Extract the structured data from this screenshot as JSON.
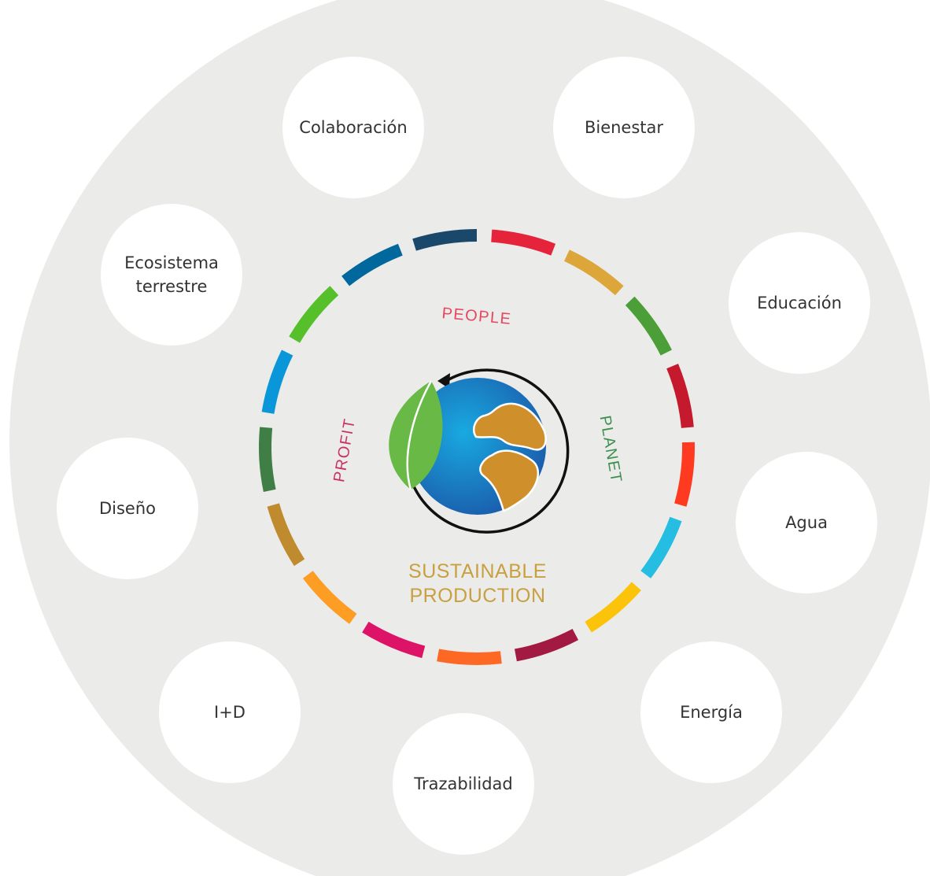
{
  "colors": {
    "background": "#ebebea",
    "node_fill": "#ffffff",
    "text": "#333333",
    "people": "#e5475e",
    "planet": "#3f8f50",
    "profit": "#c9335d",
    "sustainable": "#c9a040",
    "ocean_light": "#19a9e0",
    "ocean_dark": "#1a57a8",
    "land": "#cf902c",
    "leaf": "#68b945",
    "arrow": "#111111"
  },
  "ring_segments": [
    {
      "name": "red",
      "color": "#e5243b"
    },
    {
      "name": "mustard",
      "color": "#dda63a"
    },
    {
      "name": "green",
      "color": "#4c9f38"
    },
    {
      "name": "dark-red",
      "color": "#c5192d"
    },
    {
      "name": "orange-red",
      "color": "#ff3a21"
    },
    {
      "name": "cyan",
      "color": "#26bde2"
    },
    {
      "name": "yellow",
      "color": "#fcc30b"
    },
    {
      "name": "maroon",
      "color": "#a21942"
    },
    {
      "name": "orange",
      "color": "#fd6925"
    },
    {
      "name": "magenta",
      "color": "#dd1367"
    },
    {
      "name": "amber",
      "color": "#fd9d24"
    },
    {
      "name": "gold",
      "color": "#bf8b2e"
    },
    {
      "name": "forest-green",
      "color": "#3f7e44"
    },
    {
      "name": "blue",
      "color": "#0a97d9"
    },
    {
      "name": "lime-green",
      "color": "#56c02b"
    },
    {
      "name": "navy-blue",
      "color": "#00689d"
    },
    {
      "name": "dark-navy",
      "color": "#19486a"
    }
  ],
  "center": {
    "people": "PEOPLE",
    "planet": "PLANET",
    "profit": "PROFIT",
    "sustainable_line1": "SUSTAINABLE",
    "sustainable_line2": "PRODUCTION",
    "icon": "globe-with-leaf-and-cycle-arrow"
  },
  "nodes": [
    {
      "id": "colaboracion",
      "label": "Colaboración"
    },
    {
      "id": "bienestar",
      "label": "Bienestar"
    },
    {
      "id": "ecosistema",
      "label": "Ecosistema\nterrestre"
    },
    {
      "id": "educacion",
      "label": "Educación"
    },
    {
      "id": "diseno",
      "label": "Diseño"
    },
    {
      "id": "agua",
      "label": "Agua"
    },
    {
      "id": "id",
      "label": "I+D"
    },
    {
      "id": "energia",
      "label": "Energía"
    },
    {
      "id": "trazabilidad",
      "label": "Trazabilidad"
    }
  ]
}
